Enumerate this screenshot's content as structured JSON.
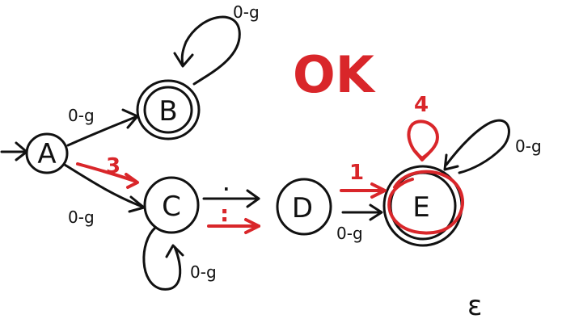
{
  "colors": {
    "ink": "#111111",
    "annotation": "#d9262a"
  },
  "states": {
    "A": "A",
    "B": "B",
    "C": "C",
    "D": "D",
    "E": "E"
  },
  "edge_labels": {
    "b_loop": "0-g",
    "a_to_b": "0-g",
    "a_to_c": "0-g",
    "c_loop": "0-g",
    "d_to_e": "0-g",
    "e_loop": "0-g",
    "c_to_d": "."
  },
  "annotations": {
    "ok": "OK",
    "a_to_c_red": "3",
    "c_to_d_red": ":",
    "d_to_e_red": "1",
    "e_loop_red": "4",
    "epsilon": "ε"
  }
}
